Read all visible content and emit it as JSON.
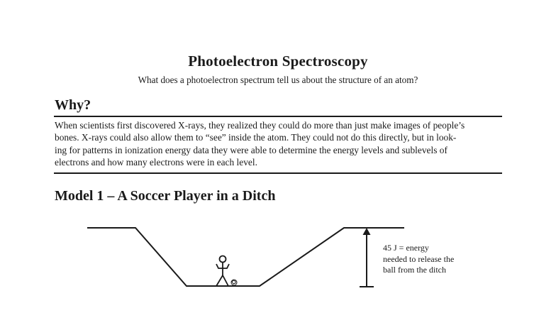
{
  "header": {
    "title": "Photoelectron Spectroscopy",
    "subtitle": "What does a photoelectron spectrum tell us about the structure of an atom?"
  },
  "why": {
    "heading": "Why?",
    "lines": [
      "When scientists first discovered X-rays, they realized they could do more than just make images of people’s",
      "bones. X-rays could also allow them to “see” inside the atom. They could not do this directly, but in look-",
      "ing for patterns in ionization energy data they were able to determine the energy levels and sublevels of",
      "electrons and how many electrons were in each level."
    ]
  },
  "model": {
    "heading": "Model 1 – A Soccer Player in a Ditch",
    "diagram": {
      "icons": [
        "stick-figure-soccer-player",
        "soccer-ball",
        "up-arrow"
      ],
      "annotation_lines": [
        "45 J = energy",
        "needed to release the",
        "ball from the ditch"
      ],
      "energy_value": "45 J"
    }
  }
}
